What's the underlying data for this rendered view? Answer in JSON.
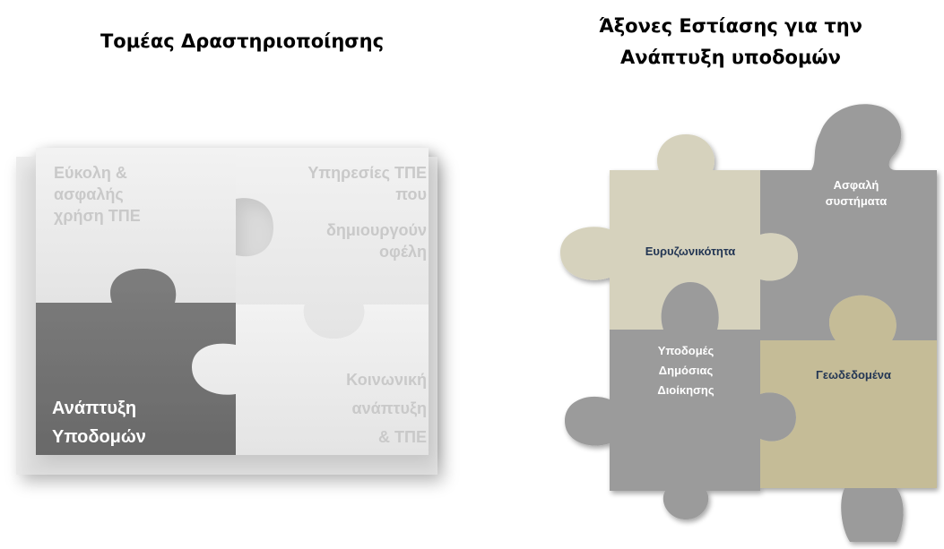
{
  "left": {
    "title": "Τομέας Δραστηριοποίησης",
    "pieces": {
      "top_left": [
        "Εύκολη &",
        "ασφαλής",
        "χρήση ΤΠΕ"
      ],
      "top_right": [
        "Υπηρεσίες ΤΠΕ",
        "που",
        "δημιουργούν",
        "οφέλη"
      ],
      "bottom_left": [
        "Ανάπτυξη",
        "Υποδομών"
      ],
      "bottom_right": [
        "Κοινωνική",
        "ανάπτυξη",
        "& ΤΠΕ"
      ]
    }
  },
  "right": {
    "title_line1": "Άξονες Εστίασης για την",
    "title_line2": "Ανάπτυξη υποδομών",
    "pieces": {
      "broadband": [
        "Ευρυζωνικότητα"
      ],
      "secure": [
        "Ασφαλή",
        "συστήματα"
      ],
      "public_admin": [
        "Υποδομές",
        "Δημόσιας",
        "Διοίκησης"
      ],
      "geodata": [
        "Γεωδεδομένα"
      ]
    }
  },
  "colors": {
    "light_piece": "#ececec",
    "dark_piece": "#757575",
    "grey_piece": "#9a9a9a",
    "beige_piece": "#d4d1bd",
    "khaki_piece": "#c2b994",
    "navy_text": "#233654"
  }
}
